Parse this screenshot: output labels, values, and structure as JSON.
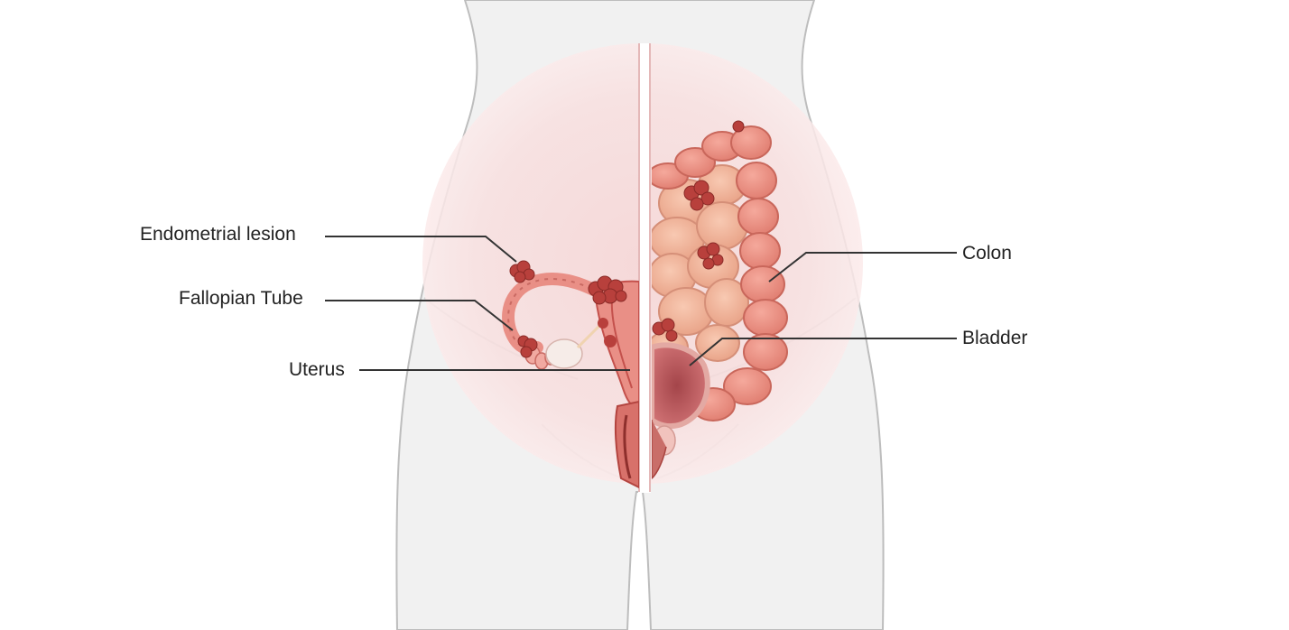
{
  "labels": {
    "endometrial_lesion": "Endometrial lesion",
    "fallopian_tube": "Fallopian Tube",
    "uterus": "Uterus",
    "colon": "Colon",
    "bladder": "Bladder"
  },
  "colors": {
    "body_fill": "#f1f1f1",
    "body_outline": "#b9b9b9",
    "pelvic_glow": "#f8dede",
    "organ_pink": "#e98f86",
    "organ_dark": "#c4514c",
    "intestine": "#f2b59c",
    "lesion": "#b8403c",
    "leader_line": "#333333"
  }
}
